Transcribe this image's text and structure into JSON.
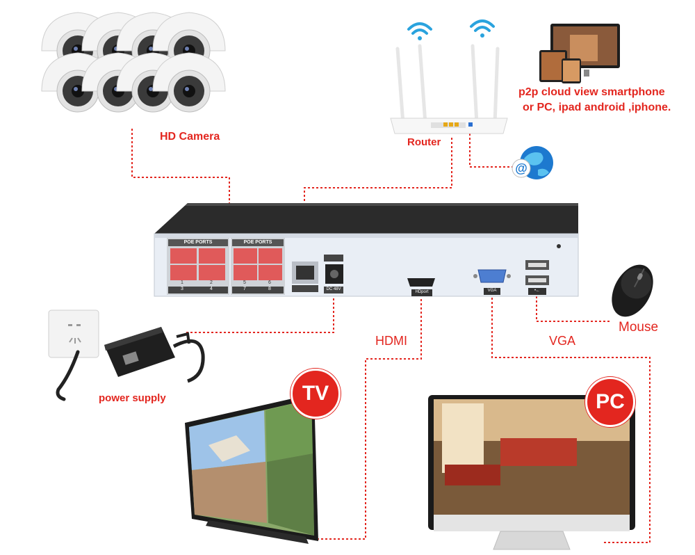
{
  "labels": {
    "hd_camera": "HD Camera",
    "router": "Router",
    "p2p_line1": "p2p cloud  view smartphone",
    "p2p_line2": "or PC, ipad android ,iphone.",
    "hdmi": "HDMI",
    "vga": "VGA",
    "mouse": "Mouse",
    "power_supply": "power supply",
    "tv": "TV",
    "pc": "PC"
  },
  "nvr": {
    "poe_ports_left": "POE PORTS",
    "poe_ports_right": "POE PORTS",
    "port_numbers_top": [
      "1",
      "2",
      "5",
      "6"
    ],
    "port_numbers_bottom": [
      "3",
      "4",
      "7",
      "8"
    ],
    "dc_label": "DC 48V",
    "hdmi_port_label": "HDport",
    "vga_port_label": "VGA",
    "usb_label": "•←"
  },
  "colors": {
    "accent_red": "#e3261f",
    "nvr_body": "#e9eef5",
    "nvr_top": "#2b2b2b",
    "poe_red": "#e05a5a",
    "wifi_blue": "#2aa3de"
  },
  "icons": [
    "wifi-icon",
    "globe-icon",
    "wall-socket-icon",
    "power-adapter-icon",
    "mouse-icon"
  ]
}
